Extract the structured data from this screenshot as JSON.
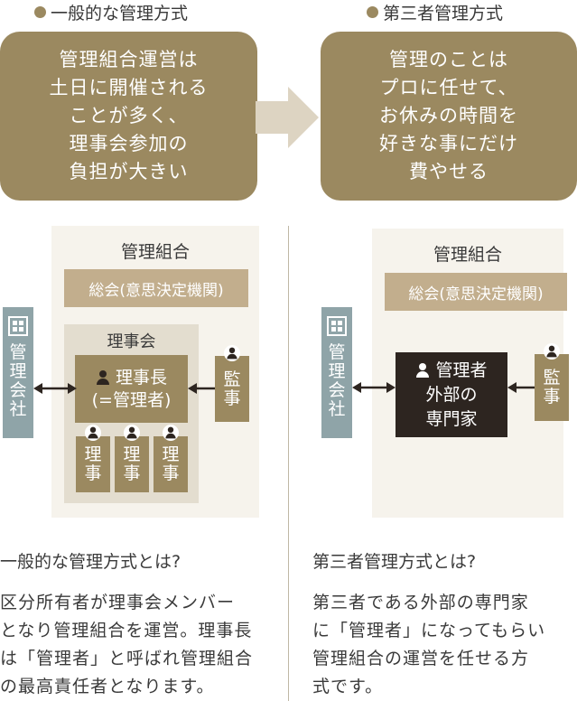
{
  "colors": {
    "olive": "#9b8960",
    "olive_light": "#c2ae8d",
    "beige": "#e3ddcf",
    "panel": "#f6f3ec",
    "steel": "#8fa4a8",
    "dark": "#2d2520",
    "arrow": "#ddd4c2",
    "text": "#3a3a3a"
  },
  "left": {
    "heading": "一般的な管理方式",
    "top_box_lines": [
      "管理組合運営は",
      "土日に開催される",
      "ことが多く、",
      "理事会参加の",
      "負担が大きい"
    ],
    "org_title": "管理組合",
    "general_meeting": "総会(意思決定機関)",
    "board_title": "理事会",
    "chairman_line1": "理事長",
    "chairman_line2": "(=管理者)",
    "director_chars": [
      "理",
      "事"
    ],
    "auditor_chars": [
      "監",
      "事"
    ],
    "company_chars": [
      "管",
      "理",
      "会",
      "社"
    ],
    "subtitle": "一般的な管理方式とは?",
    "description_lines": [
      "区分所有者が理事会メンバー",
      "となり管理組合を運営。理事長",
      "は「管理者」と呼ばれ管理組合",
      "の最高責任者となります。"
    ]
  },
  "right": {
    "heading": "第三者管理方式",
    "top_box_lines": [
      "管理のことは",
      "プロに任せて、",
      "お休みの時間を",
      "好きな事にだけ",
      "費やせる"
    ],
    "org_title": "管理組合",
    "general_meeting": "総会(意思決定機関)",
    "manager_line1": "管理者",
    "manager_line2": "外部の",
    "manager_line3": "専門家",
    "auditor_chars": [
      "監",
      "事"
    ],
    "company_chars": [
      "管",
      "理",
      "会",
      "社"
    ],
    "subtitle": "第三者管理方式とは?",
    "description_lines": [
      "第三者である外部の専門家",
      "に「管理者」になってもらい",
      "管理組合の運営を任せる方",
      "式です。"
    ]
  }
}
